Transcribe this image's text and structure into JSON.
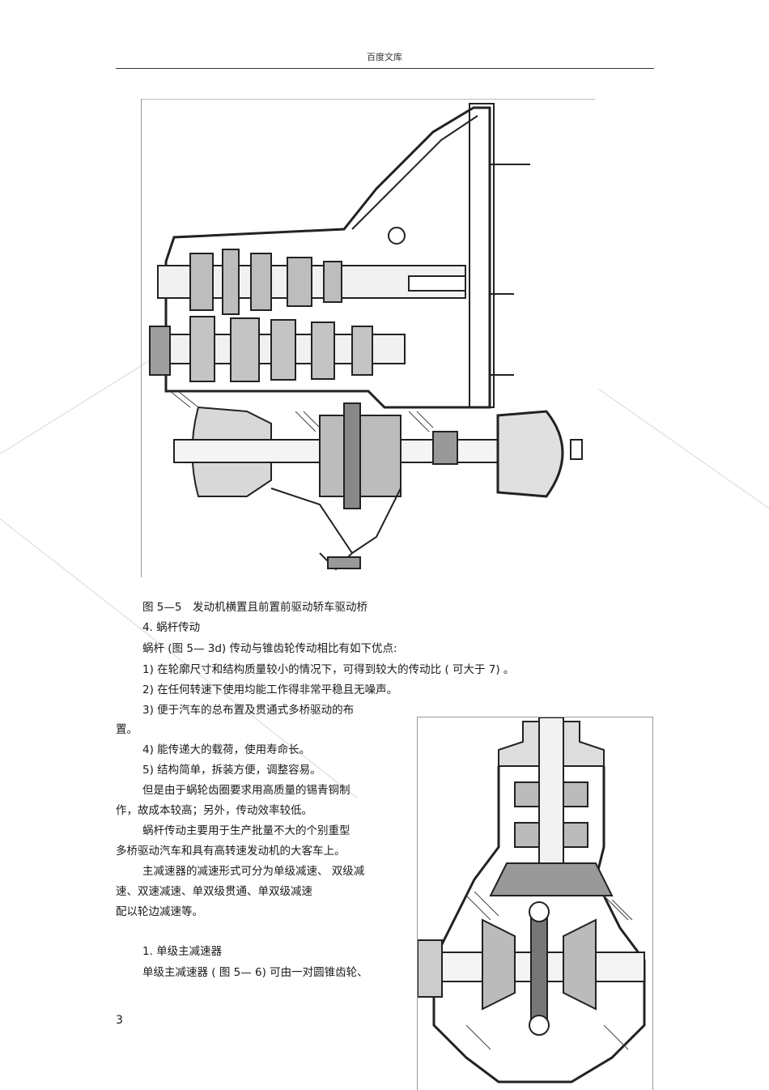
{
  "header": {
    "title": "百度文库"
  },
  "figure1": {
    "caption": "图 5—5　发动机横置且前置前驱动轿车驱动桥"
  },
  "section4": {
    "heading": "4.  蜗杆传动",
    "intro": "蜗杆 (图  5— 3d) 传动与锥齿轮传动相比有如下优点:",
    "items": [
      "1) 在轮廓尺寸和结构质量较小的情况下，可得到较大的传动比          ( 可大于   7) 。",
      "2) 在任何转速下使用均能工作得非常平稳且无噪声。",
      "3) 便于汽车的总布置及贯通式多桥驱动的布",
      "置。",
      "4) 能传递大的载荷，使用寿命长。",
      "5) 结构简单，拆装方便，调整容易。"
    ],
    "drawback_lines": [
      "但是由于蜗轮齿圈要求用高质量的锡青铜制",
      "作，故成本较高；另外，传动效率较低。"
    ],
    "usage_lines": [
      "蜗杆传动主要用于生产批量不大的个别重型",
      "多桥驱动汽车和具有高转速发动机的大客车上。"
    ],
    "types_lines": [
      "主减速器的减速形式可分为单级减速、        双级减",
      "速、双速减速、单双级贯通、单双级减速",
      "配以轮边减速等。"
    ]
  },
  "section_single": {
    "heading": "1. 单级主减速器",
    "line1": "单级主减速器  ( 图  5— 6) 可由一对圆锥齿轮、"
  },
  "page_number": "3"
}
